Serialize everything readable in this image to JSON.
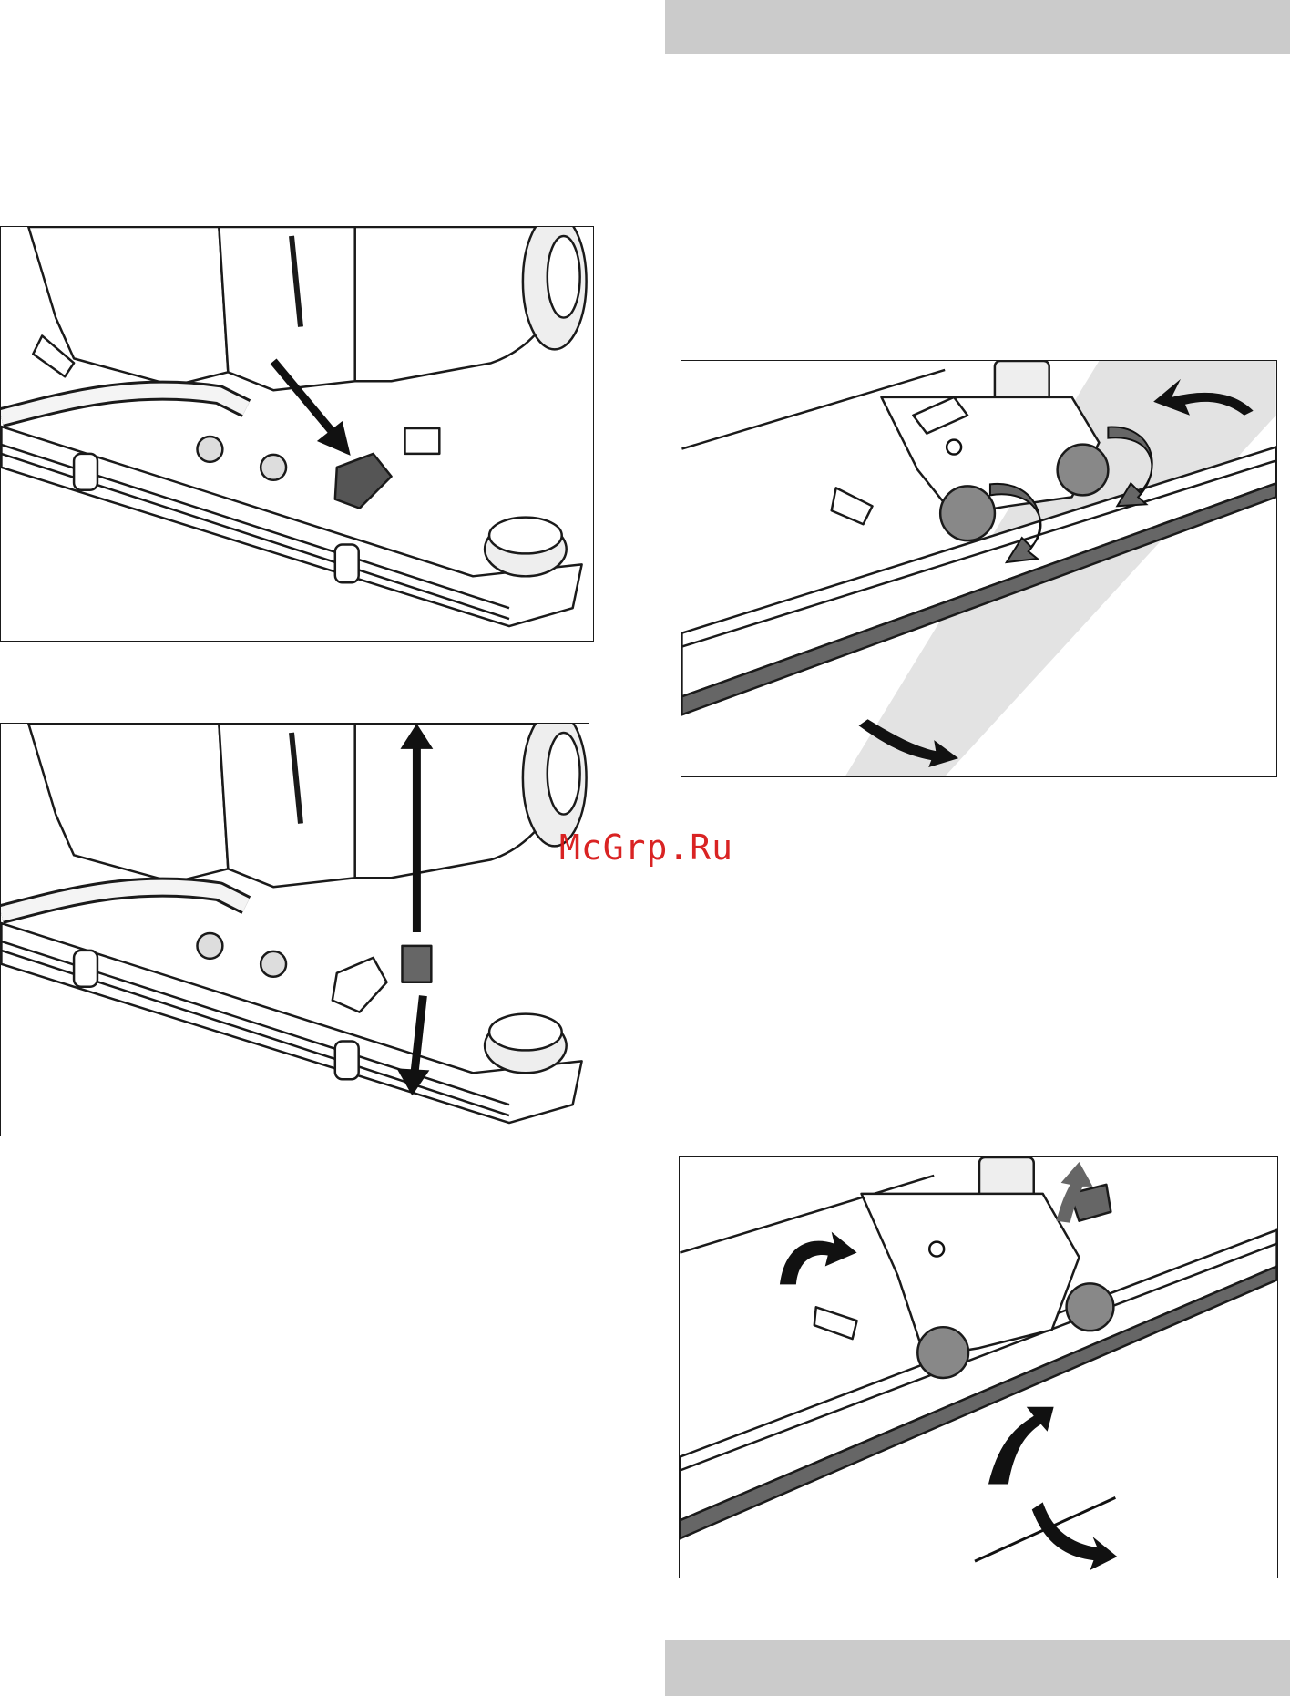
{
  "watermark": {
    "text": "McGrp.Ru",
    "color": "#d81818"
  },
  "header_band": {
    "color": "#cbcbcb"
  },
  "footer_band": {
    "color": "#cbcbcb"
  },
  "figures": [
    {
      "name": "squeegee-pedal-lower",
      "arrow": "down-arrow-icon"
    },
    {
      "name": "squeegee-pedal-raise-lower",
      "arrow": "up-down-arrow-icon"
    },
    {
      "name": "squeegee-knobs-loosen",
      "arrow": "rotate-arrow-icon"
    },
    {
      "name": "squeegee-tilt-adjust",
      "arrow": "tilt-arrow-icon"
    }
  ]
}
